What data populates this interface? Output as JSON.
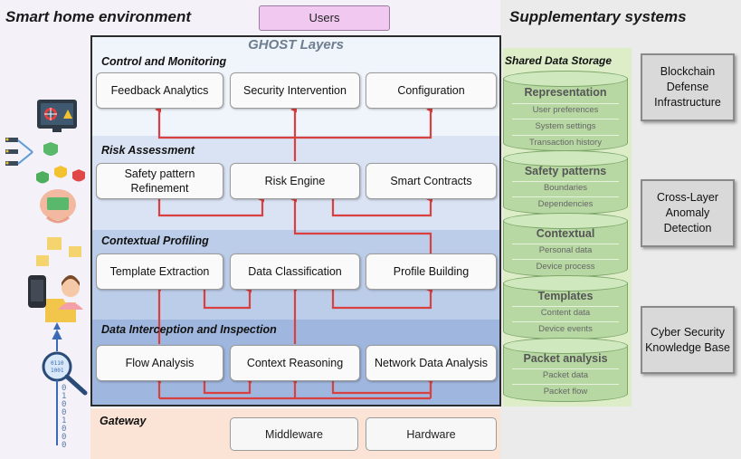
{
  "headers": {
    "left": "Smart home environment",
    "right": "Supplementary systems",
    "users": "Users",
    "ghost": "GHOST Layers"
  },
  "layers": [
    {
      "label": "Control and Monitoring",
      "boxes": [
        "Feedback Analytics",
        "Security Intervention",
        "Configuration"
      ]
    },
    {
      "label": "Risk Assessment",
      "boxes": [
        "Safety pattern Refinement",
        "Risk Engine",
        "Smart Contracts"
      ]
    },
    {
      "label": "Contextual Profiling",
      "boxes": [
        "Template Extraction",
        "Data Classification",
        "Profile Building"
      ]
    },
    {
      "label": "Data Interception and Inspection",
      "boxes": [
        "Flow Analysis",
        "Context Reasoning",
        "Network Data Analysis"
      ]
    }
  ],
  "gateway": {
    "label": "Gateway",
    "boxes": [
      "Middleware",
      "Hardware"
    ]
  },
  "storage": {
    "title": "Shared Data Storage",
    "cylinders": [
      {
        "name": "Representation",
        "items": [
          "User preferences",
          "System settings",
          "Transaction history"
        ]
      },
      {
        "name": "Safety patterns",
        "items": [
          "Boundaries",
          "Dependencies"
        ]
      },
      {
        "name": "Contextual",
        "items": [
          "Personal data",
          "Device process"
        ]
      },
      {
        "name": "Templates",
        "items": [
          "Content data",
          "Device events"
        ]
      },
      {
        "name": "Packet analysis",
        "items": [
          "Packet data",
          "Packet flow"
        ]
      }
    ]
  },
  "supplementary": [
    "Blockchain Defense Infrastructure",
    "Cross-Layer Anomaly Detection",
    "Cyber Security Knowledge Base"
  ],
  "binary_stream": "01001000",
  "colors": {
    "arrow": "#d94040",
    "layer1": "#f0f4fb",
    "layer2": "#d9e3f3",
    "layer3": "#bccde9",
    "layer4": "#9fb6de",
    "gateway": "#fbe4d6",
    "storage": "#dcedc8",
    "users": "#f0c8f0",
    "supplementary": "#d9d9d9"
  },
  "icons": [
    "monitor-icon",
    "network-icon",
    "shield-icon",
    "brain-icon",
    "folder-icon",
    "smartphone-icon",
    "person-icon",
    "magnifier-icon"
  ]
}
